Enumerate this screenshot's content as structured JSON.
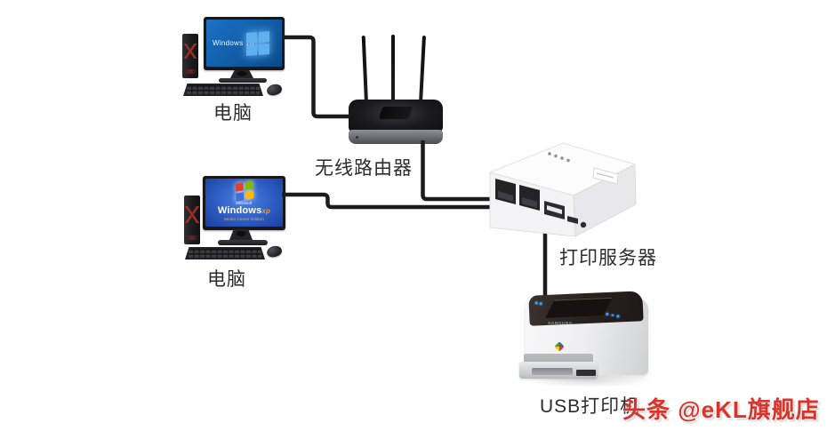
{
  "page": {
    "background": "#ffffff",
    "cable_color": "#1b1b1d"
  },
  "labels": {
    "computer1": "电脑",
    "computer2": "电脑",
    "router": "无线路由器",
    "print_server": "打印服务器",
    "printer": "USB打印机"
  },
  "screens": {
    "computer1": {
      "os_text": "Windows 10"
    },
    "computer2": {
      "brand": "Microsoft",
      "os_text": "Windows",
      "os_sup": "xp",
      "edition": "Media Center Edition"
    }
  },
  "printer": {
    "brand": "SAMSUNG"
  },
  "watermark": {
    "text": "头条 @eKL旗舰店",
    "color": "#d8342c"
  },
  "colors": {
    "win10_screen": "#1160ab",
    "win10_logo": "#5fb0ef",
    "xp_flag": [
      "#e4402e",
      "#7fba00",
      "#3f6fd8",
      "#ffb900"
    ],
    "router_body": "#1b1b1f",
    "router_base": "#606166",
    "print_server_shell": "#f5f5f7",
    "printer_top": "#2a2320",
    "label_text": "#2c2c2e"
  },
  "connections": [
    {
      "from": "computer1",
      "to": "router"
    },
    {
      "from": "computer2",
      "to": "print_server"
    },
    {
      "from": "router",
      "to": "print_server"
    },
    {
      "from": "print_server",
      "to": "printer"
    }
  ]
}
